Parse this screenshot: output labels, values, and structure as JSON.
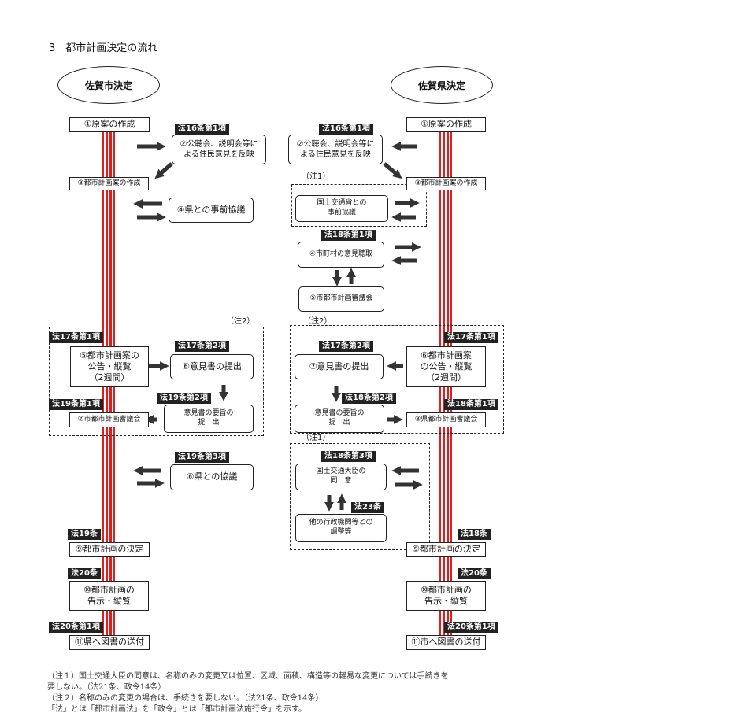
{
  "title": "3　都市計画決定の流れ",
  "left": {
    "header": "佐賀市決定",
    "boxes": {
      "b1": "①原案の作成",
      "b2": "②公聴会、説明会等に\nよる住民意見を反映",
      "b3": "③都市計画案の作成",
      "b4": "④県との事前協議",
      "b5": "⑤都市計画案の\n公告・縦覧\n（2週間）",
      "b6": "⑥意見書の提出",
      "b7": "⑦市都市計画審議会",
      "b7s": "意見書の要旨の\n提　出",
      "b8": "⑧県との協議",
      "b9": "⑨都市計画の決定",
      "b10": "⑩都市計画の\n告示・縦覧",
      "b11": "⑪県へ図書の送付"
    },
    "labels": {
      "l16": "法16条第1項",
      "l17_1": "法17条第1項",
      "l17_2": "法17条第2項",
      "l19_2": "法19条第2項",
      "l19_1": "法19条第1項",
      "l19_3": "法19条第3項",
      "l19": "法19条",
      "l20": "法20条",
      "l20_1": "法20条第1項"
    },
    "note2": "（注2）"
  },
  "right": {
    "header": "佐賀県決定",
    "boxes": {
      "b1": "①原案の作成",
      "b2": "②公聴会、説明会等に\nよる住民意見を反映",
      "b3": "③都市計画案の作成",
      "mlit1": "国土交通省との\n事前協議",
      "b4": "④市町村の意見聴取",
      "b5": "⑤市都市計画審議会",
      "b6": "⑥都市計画案\nの公告・縦覧\n（2週間）",
      "b7": "⑦意見書の提出",
      "b7s": "意見書の要旨の\n提　出",
      "b8": "⑧県都市計画審議会",
      "mlit2": "国土交通大臣の\n同　意",
      "other": "他の行政機関等との\n調整等",
      "b9": "⑨都市計画の決定",
      "b10": "⑩都市計画の\n告示・縦覧",
      "b11": "⑪市へ図書の送付"
    },
    "labels": {
      "l16": "法16条第1項",
      "l18_1": "法18条第1項",
      "l17_1": "法17条第1項",
      "l17_2": "法17条第2項",
      "l18_2": "法18条第2項",
      "l18_1b": "法18条第1項",
      "l18_3": "法18条第3項",
      "l23": "法23条",
      "l18": "法18条",
      "l20": "法20条",
      "l20_1": "法20条第1項"
    },
    "note1a": "（注1）",
    "note2": "（注2）",
    "note1b": "（注1）"
  },
  "footnotes": [
    "（注１）国土交通大臣の同意は、名称のみの変更又は位置、区域、面積、構造等の軽易な変更については手続きを",
    "要しない。（法21条、政令14条）",
    "（注２）名称のみの変更の場合は、手続きを要しない。（法21条、政令14条）",
    "「法」とは「都市計画法」を「政令」とは「都市計画法施行令」を示す。"
  ]
}
